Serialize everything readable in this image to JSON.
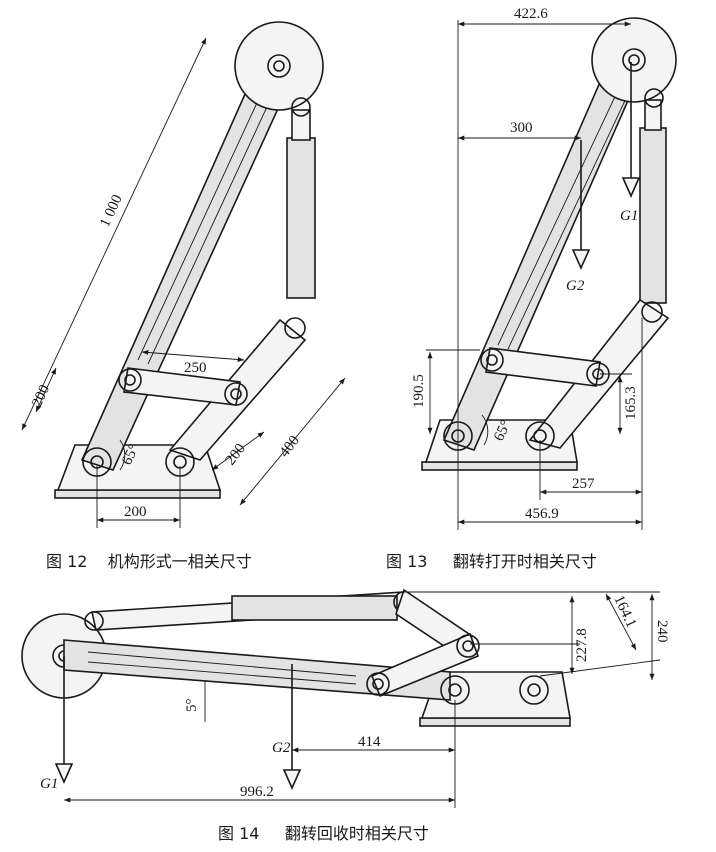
{
  "figures": [
    {
      "caption": "图 12    机构形式一相关尺寸",
      "dimensions": {
        "link_length": "1 000",
        "upper_link": "250",
        "offset_left": "200",
        "base_span": "200",
        "angle": "65°",
        "right_a": "200",
        "right_b": "400"
      }
    },
    {
      "caption": "图 13     翻转打开时相关尺寸",
      "dimensions": {
        "top": "422.6",
        "mid": "300",
        "left_height": "190.5",
        "angle": "65°",
        "right_height": "165.3",
        "bottom_a": "257",
        "bottom_b": "456.9"
      },
      "loads": [
        "G1",
        "G2"
      ]
    },
    {
      "caption": "图 14     翻转回收时相关尺寸",
      "dimensions": {
        "h1": "164.1",
        "h2": "227.8",
        "h3": "240",
        "angle": "5°",
        "d1": "414",
        "d2": "996.2"
      },
      "loads": [
        "G1",
        "G2"
      ]
    }
  ]
}
